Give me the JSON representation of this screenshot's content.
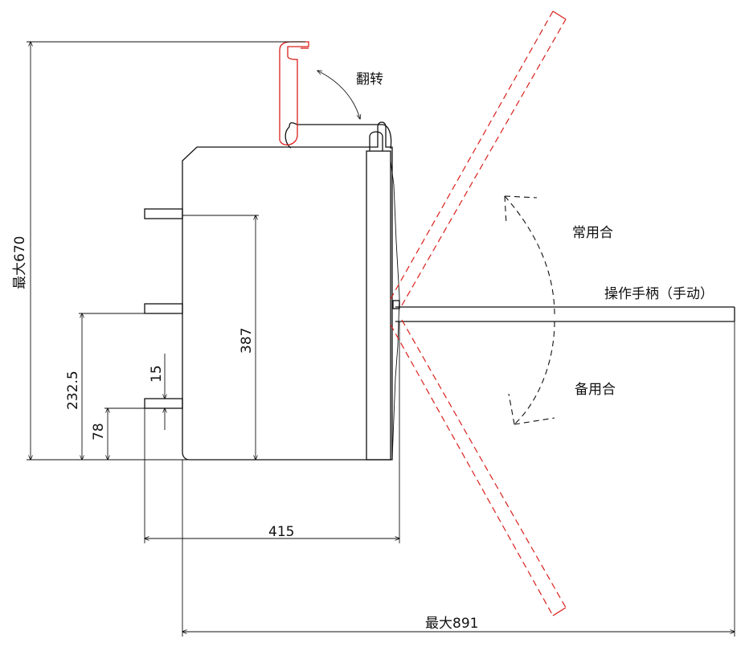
{
  "labels": {
    "flip": "翻转",
    "normal_close": "常用合",
    "handle_manual": "操作手柄（手动）",
    "backup_close": "备用合"
  },
  "dimensions": {
    "max_height": "最大670",
    "height_387": "387",
    "height_232_5": "232.5",
    "gap_15": "15",
    "height_78": "78",
    "width_415": "415",
    "max_width": "最大891"
  },
  "colors": {
    "outline": "#111111",
    "alt_position": "#d9201c"
  }
}
